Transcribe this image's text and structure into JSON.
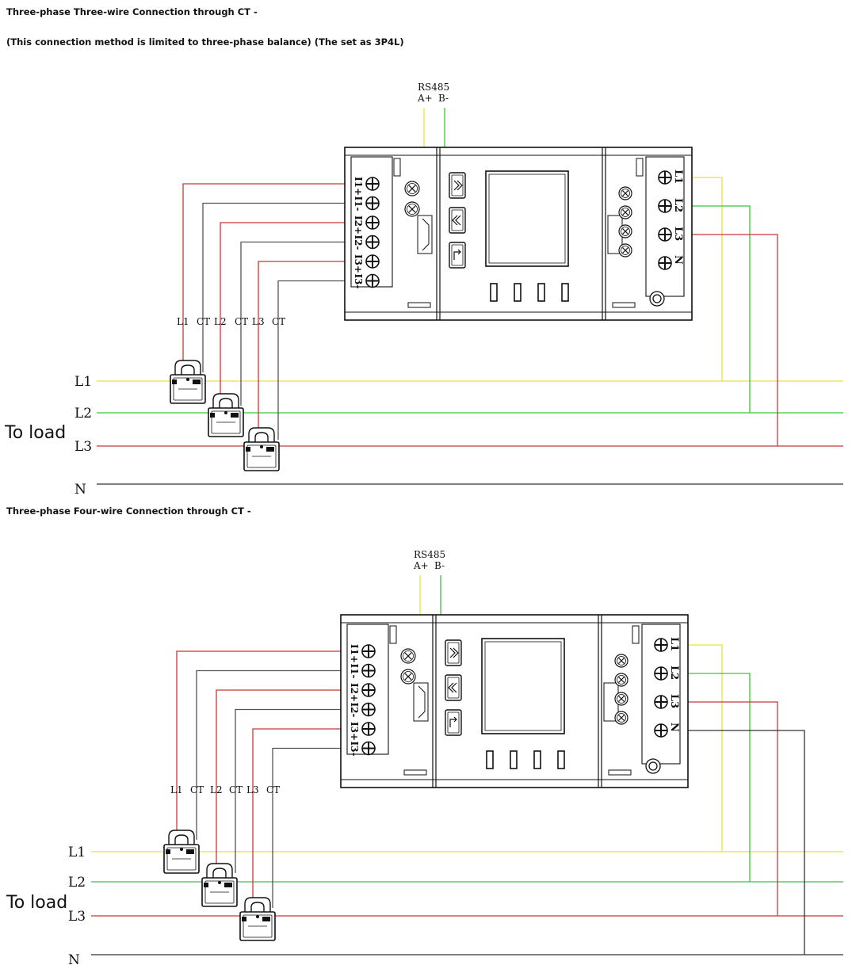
{
  "colors": {
    "l1": "#e8e23a",
    "l2": "#3cc43c",
    "l3": "#c83838",
    "neutral": "#333333",
    "ct_signal": "#555555",
    "device_stroke": "#111111"
  },
  "headings": {
    "top_title": "Three-phase Three-wire Connection through CT -",
    "top_note": "(This connection method is limited to three-phase balance)  (The set as 3P4L)",
    "bottom_title": "Three-phase Four-wire Connection through CT -"
  },
  "rs485": {
    "label": "RS485",
    "a_label": "A+",
    "b_label": "B-"
  },
  "ct_terminals": [
    "I1+",
    "I1-",
    "I2+",
    "I2-",
    "I3+",
    "I3-"
  ],
  "voltage_terminals": [
    "L1",
    "L2",
    "L3",
    "N"
  ],
  "ct_wire_labels": [
    "L1",
    "CT",
    "L2",
    "CT",
    "L3",
    "CT"
  ],
  "line_labels": [
    "L1",
    "L2",
    "L3",
    "N"
  ],
  "load_label": "To load",
  "buttons": [
    "up-arrow-icon",
    "down-arrow-icon",
    "enter-icon"
  ]
}
